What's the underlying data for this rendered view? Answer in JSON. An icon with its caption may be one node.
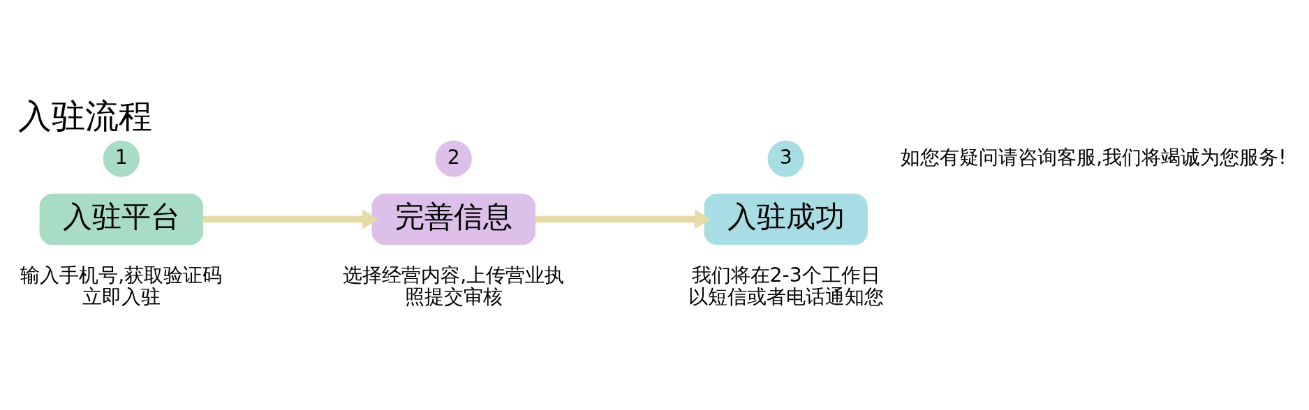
{
  "diagram": {
    "title": "入驻流程",
    "nodes": [
      {
        "text": [
          "1"
        ]
      },
      {
        "text": [
          "入驻平台"
        ],
        "beside": [
          "输入手机号,获取验证码立即入驻"
        ]
      },
      {
        "text": [
          "2"
        ]
      },
      {
        "text": [
          "完善信息"
        ],
        "beside": [
          "选择经营内容,上传营业执照提交审核"
        ]
      },
      {
        "text": [
          "3"
        ]
      },
      {
        "text": [
          "入驻成功"
        ],
        "beside": [
          "我们将在2-3个工作日以短信或者电话通知您"
        ]
      }
    ],
    "edges": [
      {
        "from": 1,
        "to": 3,
        "arrow": "to"
      },
      {
        "from": 3,
        "to": 5,
        "arrow": "to"
      }
    ],
    "labels": [
      "如您有疑问请咨询客服,我们将竭诚为您服务!"
    ]
  }
}
